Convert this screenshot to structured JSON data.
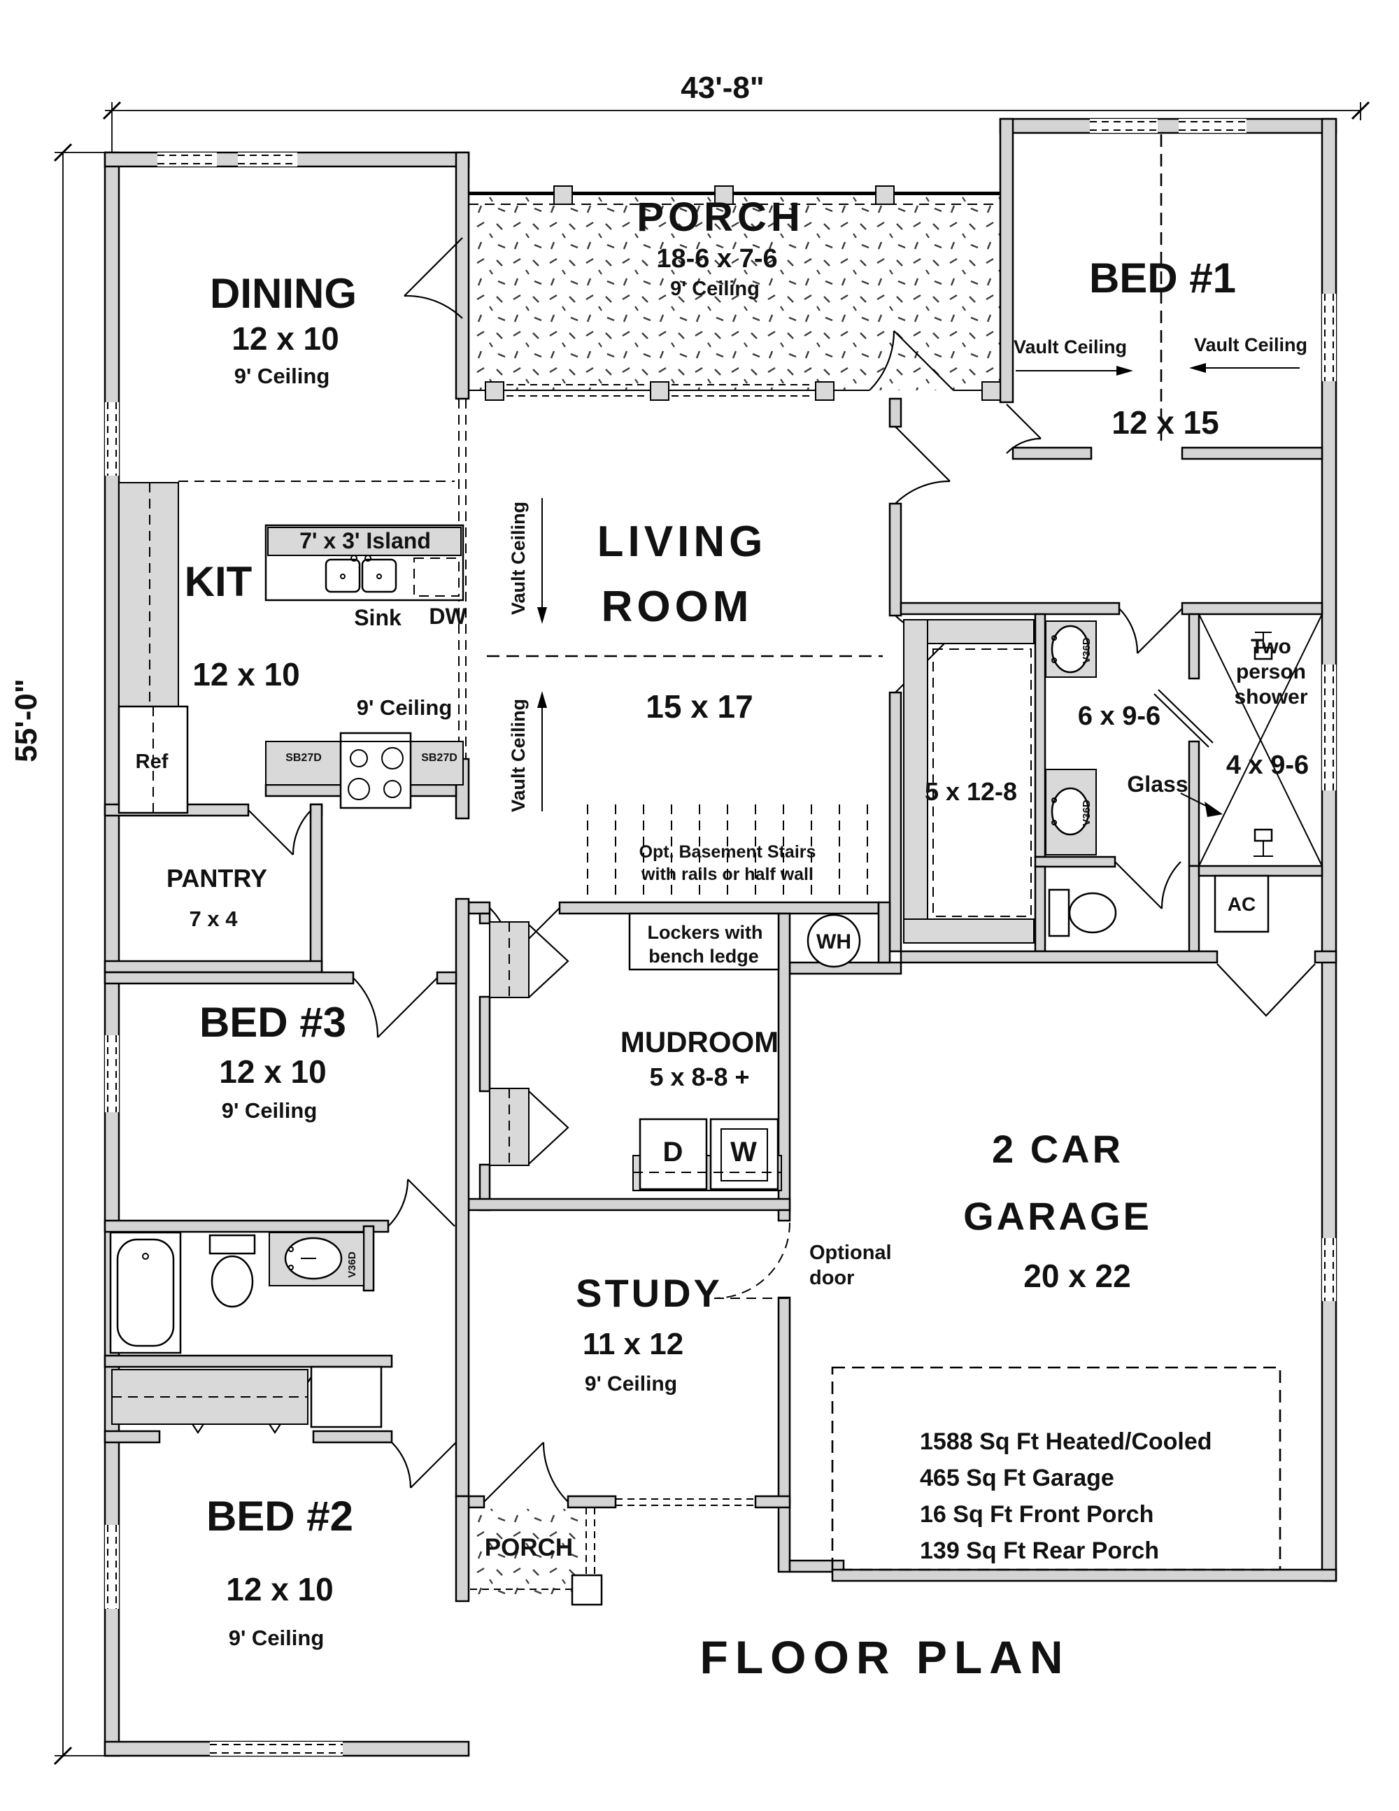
{
  "dims": {
    "width": "43'-8\"",
    "height": "55'-0\""
  },
  "rooms": {
    "dining": {
      "name": "DINING",
      "size": "12 x 10",
      "ceiling": "9' Ceiling"
    },
    "rear_porch": {
      "name": "PORCH",
      "size": "18-6 x 7-6",
      "ceiling": "9' Ceiling"
    },
    "bed1": {
      "name": "BED #1",
      "size": "12 x 15",
      "vault_left": "Vault Ceiling",
      "vault_right": "Vault Ceiling"
    },
    "kitchen": {
      "name": "KIT",
      "size": "12 x 10",
      "ceiling": "9' Ceiling",
      "island": "7' x 3' Island",
      "sink": "Sink",
      "dishwasher": "DW",
      "fridge": "Ref",
      "cabinet_left": "SB27D",
      "cabinet_right": "SB27D"
    },
    "living": {
      "name1": "LIVING",
      "name2": "ROOM",
      "size": "15 x 17",
      "vault_upper": "Vault Ceiling",
      "vault_lower": "Vault Ceiling"
    },
    "pantry": {
      "name": "PANTRY",
      "size": "7 x 4"
    },
    "stairs": {
      "note1": "Opt. Basement Stairs",
      "note2": "with rails or half wall"
    },
    "mudroom": {
      "name": "MUDROOM",
      "size": "5 x 8-8 +",
      "lockers1": "Lockers with",
      "lockers2": "bench ledge",
      "washer": "W",
      "dryer": "D",
      "water_heater": "WH"
    },
    "bed3": {
      "name": "BED #3",
      "size": "12 x 10",
      "ceiling": "9' Ceiling"
    },
    "bath2": {
      "vanity": "V36D"
    },
    "bed2": {
      "name": "BED #2",
      "size": "12 x 10",
      "ceiling": "9' Ceiling"
    },
    "study": {
      "name": "STUDY",
      "size": "11 x 12",
      "ceiling": "9' Ceiling"
    },
    "front_porch": {
      "name": "PORCH"
    },
    "garage": {
      "name1": "2 CAR",
      "name2": "GARAGE",
      "size": "20 x 22",
      "optional1": "Optional",
      "optional2": "door"
    },
    "master_bath": {
      "closet": "5 x 12-8",
      "bath": "6 x 9-6",
      "shower1": "Two",
      "shower2": "person",
      "shower3": "shower",
      "shower_size": "4 x 9-6",
      "glass": "Glass",
      "ac": "AC",
      "vanity1": "V36D",
      "vanity2": "V36D"
    }
  },
  "stats": {
    "heated": "1588 Sq Ft Heated/Cooled",
    "garage": "465 Sq Ft Garage",
    "front_porch": "16 Sq Ft Front Porch",
    "rear_porch": "139 Sq Ft Rear Porch"
  },
  "title": "FLOOR PLAN"
}
